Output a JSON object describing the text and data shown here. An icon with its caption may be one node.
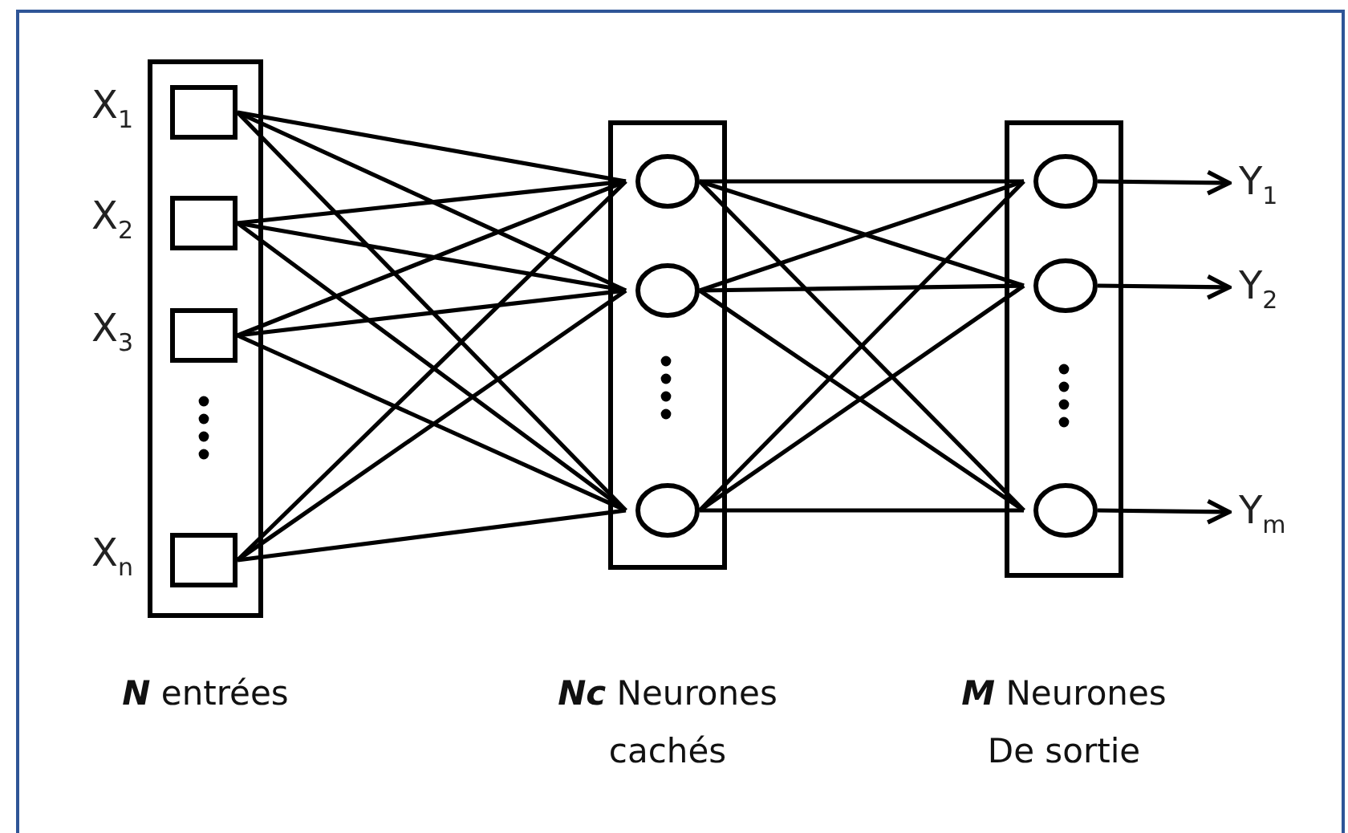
{
  "diagram": {
    "nodes": [
      {
        "text": [
          "**N** entrées"
        ]
      },
      {
        "text": [],
        "shape": "box",
        "in": 0,
        "beside": [
          "X$_{1}$"
        ]
      },
      {
        "text": [],
        "shape": "box",
        "in": 0,
        "beside": [
          "X$_{2}$"
        ]
      },
      {
        "text": [],
        "shape": "box",
        "in": 0,
        "beside": [
          "X$_{3}$"
        ]
      },
      {
        "text": [],
        "shape": "box",
        "in": 0,
        "beside": [
          "X$_{n}$"
        ]
      },
      {
        "text": [
          "**Nc** Neurones cachés"
        ]
      },
      {
        "text": [],
        "shape": "circle",
        "in": 5
      },
      {
        "text": [],
        "shape": "circle",
        "in": 5
      },
      {
        "text": [],
        "shape": "circle",
        "in": 5
      },
      {
        "text": [
          "**M** Neurones De sortie"
        ]
      },
      {
        "text": [],
        "shape": "circle",
        "in": 9
      },
      {
        "text": [],
        "shape": "circle",
        "in": 9
      },
      {
        "text": [],
        "shape": "circle",
        "in": 9
      },
      {
        "text": [
          "Y$_{1}$"
        ]
      },
      {
        "text": [
          "Y$_{2}$"
        ]
      },
      {
        "text": [
          "Y$_{m}$"
        ]
      }
    ],
    "edges": [
      {
        "from": 1,
        "to": 6,
        "arrow": "none"
      },
      {
        "from": 1,
        "to": 7,
        "arrow": "none"
      },
      {
        "from": 1,
        "to": 8,
        "arrow": "none"
      },
      {
        "from": 2,
        "to": 6,
        "arrow": "none"
      },
      {
        "from": 2,
        "to": 7,
        "arrow": "none"
      },
      {
        "from": 2,
        "to": 8,
        "arrow": "none"
      },
      {
        "from": 3,
        "to": 6,
        "arrow": "none"
      },
      {
        "from": 3,
        "to": 7,
        "arrow": "none"
      },
      {
        "from": 3,
        "to": 8,
        "arrow": "none"
      },
      {
        "from": 4,
        "to": 6,
        "arrow": "none"
      },
      {
        "from": 4,
        "to": 7,
        "arrow": "none"
      },
      {
        "from": 4,
        "to": 8,
        "arrow": "none"
      },
      {
        "from": 6,
        "to": 10,
        "arrow": "none"
      },
      {
        "from": 6,
        "to": 11,
        "arrow": "none"
      },
      {
        "from": 6,
        "to": 12,
        "arrow": "none"
      },
      {
        "from": 7,
        "to": 10,
        "arrow": "none"
      },
      {
        "from": 7,
        "to": 11,
        "arrow": "none"
      },
      {
        "from": 7,
        "to": 12,
        "arrow": "none"
      },
      {
        "from": 8,
        "to": 10,
        "arrow": "none"
      },
      {
        "from": 8,
        "to": 11,
        "arrow": "none"
      },
      {
        "from": 8,
        "to": 12,
        "arrow": "none"
      },
      {
        "from": 10,
        "to": 13,
        "arrow": "to"
      },
      {
        "from": 11,
        "to": 14,
        "arrow": "to"
      },
      {
        "from": 12,
        "to": 15,
        "arrow": "to"
      }
    ]
  }
}
